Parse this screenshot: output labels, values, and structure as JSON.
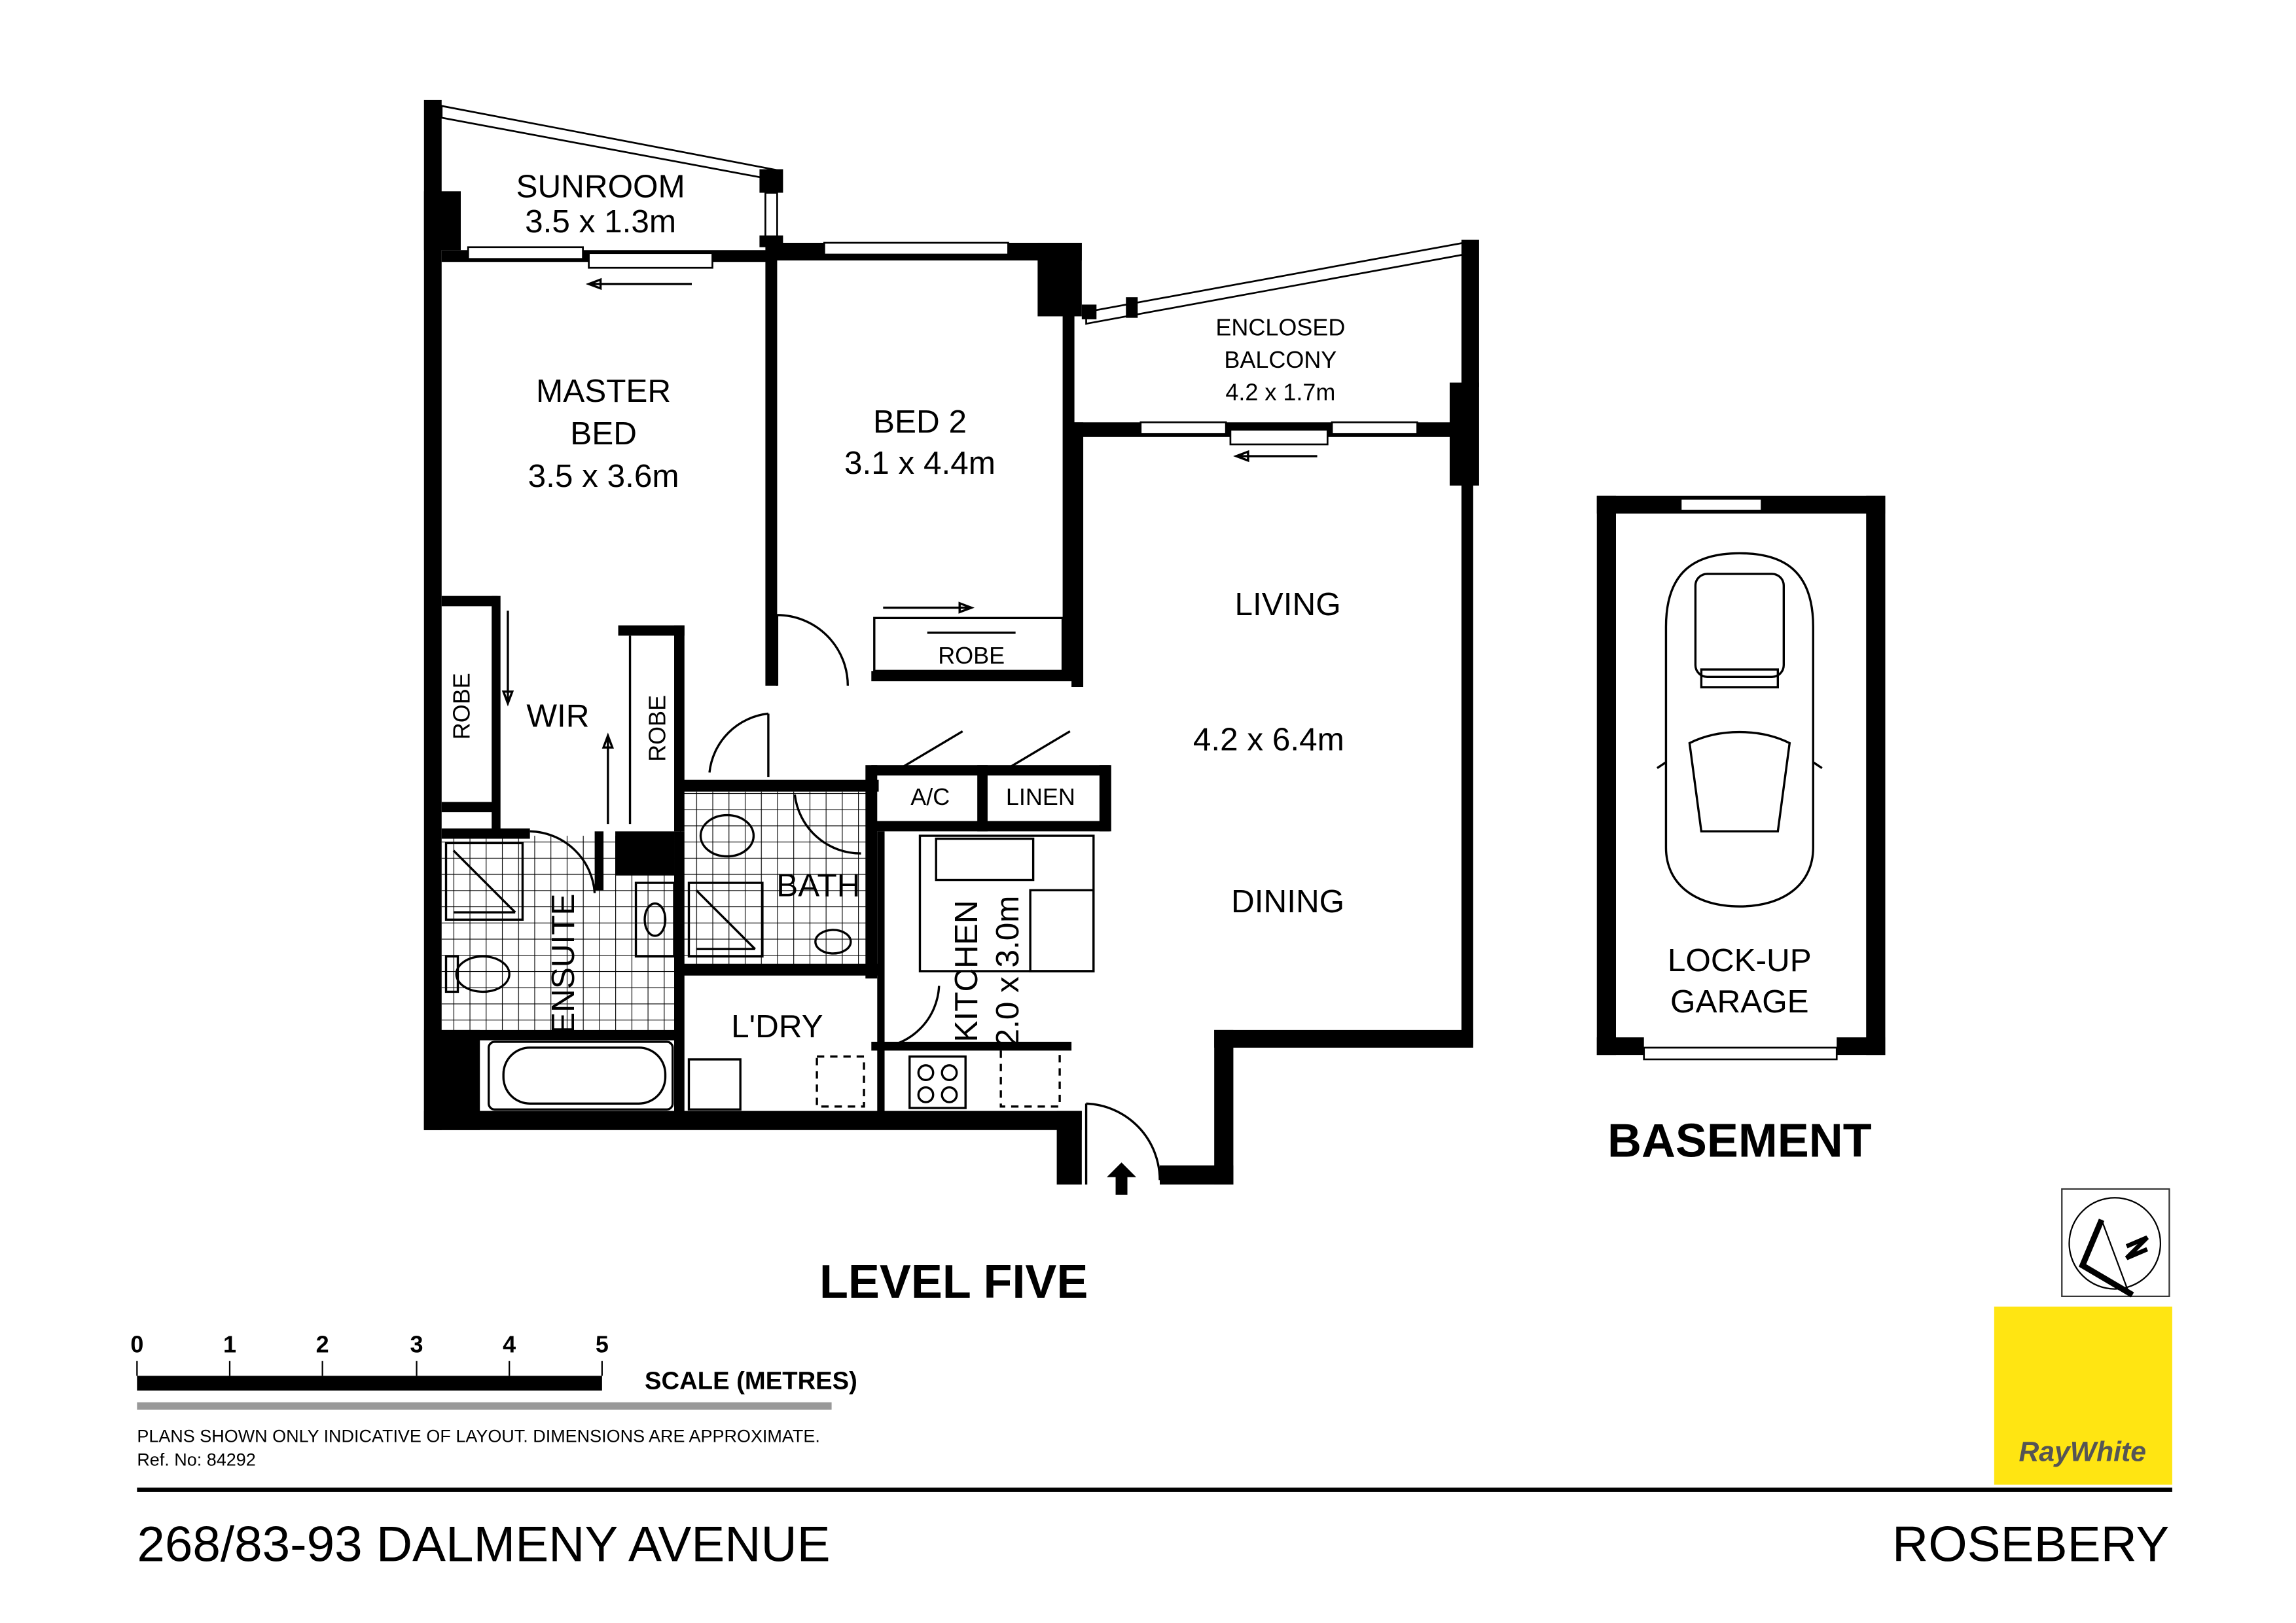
{
  "plan": {
    "level_title": "LEVEL FIVE",
    "basement_title": "BASEMENT",
    "rooms": {
      "sunroom": {
        "name": "SUNROOM",
        "dims": "3.5 x 1.3m"
      },
      "master_bed": {
        "name_line1": "MASTER",
        "name_line2": "BED",
        "dims": "3.5 x 3.6m"
      },
      "bed2": {
        "name": "BED 2",
        "dims": "3.1 x 4.4m"
      },
      "balcony": {
        "name_line1": "ENCLOSED",
        "name_line2": "BALCONY",
        "dims": "4.2 x 1.7m"
      },
      "living": {
        "name": "LIVING",
        "dims": "4.2 x 6.4m"
      },
      "dining": {
        "name": "DINING"
      },
      "wir": {
        "name": "WIR"
      },
      "robe_left": {
        "name": "ROBE"
      },
      "robe_right": {
        "name": "ROBE"
      },
      "robe_bed2": {
        "name": "ROBE"
      },
      "ensuite": {
        "name": "ENSUITE"
      },
      "bath": {
        "name": "BATH"
      },
      "ac": {
        "name": "A/C"
      },
      "linen": {
        "name": "LINEN"
      },
      "kitchen": {
        "name": "KITCHEN",
        "dims": "2.0 x 3.0m"
      },
      "laundry": {
        "name": "L'DRY"
      },
      "garage": {
        "name_line1": "LOCK-UP",
        "name_line2": "GARAGE"
      }
    }
  },
  "scale": {
    "ticks": [
      "0",
      "1",
      "2",
      "3",
      "4",
      "5"
    ],
    "label": "SCALE (METRES)"
  },
  "disclaimer": "PLANS SHOWN ONLY INDICATIVE OF LAYOUT.  DIMENSIONS ARE APPROXIMATE.",
  "ref": "Ref. No: 84292",
  "footer": {
    "address": "268/83-93 DALMENY AVENUE",
    "suburb": "ROSEBERY"
  },
  "brand": {
    "logo_text": "RayWhite",
    "color": "#FFE512",
    "text_color": "#555555"
  },
  "compass": {
    "icon": "north-arrow-icon",
    "letter": "N"
  }
}
